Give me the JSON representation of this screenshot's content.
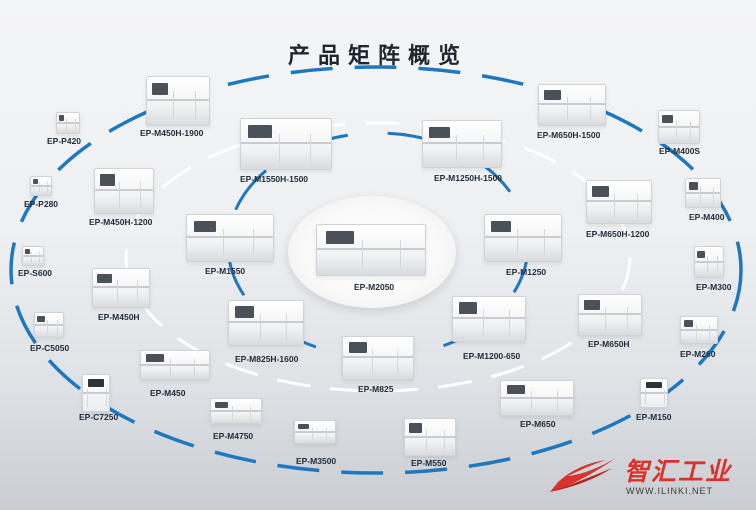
{
  "title": "产品矩阵概览",
  "center_model": "EP-M2050",
  "models": [
    "EP-P420",
    "EP-P280",
    "EP-S600",
    "EP-C5050",
    "EP-C7250",
    "EP-M450H-1900",
    "EP-M450H-1200",
    "EP-M450H",
    "EP-M450",
    "EP-M4750",
    "EP-M3500",
    "EP-M550",
    "EP-M650",
    "EP-M150",
    "EP-M260",
    "EP-M300",
    "EP-M400",
    "EP-M400S",
    "EP-M650H-1500",
    "EP-M650H-1200",
    "EP-M650H",
    "EP-M1550H-1500",
    "EP-M1250H-1500",
    "EP-M1550",
    "EP-M1250",
    "EP-M825H-1600",
    "EP-M1200-650",
    "EP-M825"
  ],
  "watermark": {
    "name": "智汇工业",
    "url": "WWW.ILINKI.NET"
  }
}
